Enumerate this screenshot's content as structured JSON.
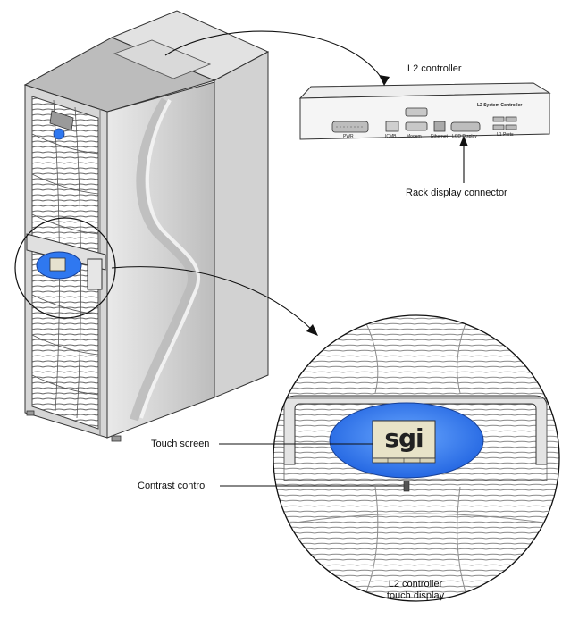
{
  "figure": {
    "callouts": {
      "l2_controller": "L2 controller",
      "rack_display_connector": "Rack display connector",
      "touch_screen": "Touch screen",
      "contrast_control": "Contrast control",
      "touch_display_line1": "L2 controller",
      "touch_display_line2": "touch display"
    },
    "controller_panel": {
      "title": "L2 System Controller",
      "ports": [
        "PWR",
        "ICMB",
        "Modem",
        "Ethernet",
        "LCD Display",
        "L1 Ports"
      ]
    },
    "display_logo": "sgi"
  },
  "colors": {
    "accent_blue": "#2f78f0",
    "lcd_background": "#e8e3c8",
    "rack_gray": "#cfcfcf"
  }
}
